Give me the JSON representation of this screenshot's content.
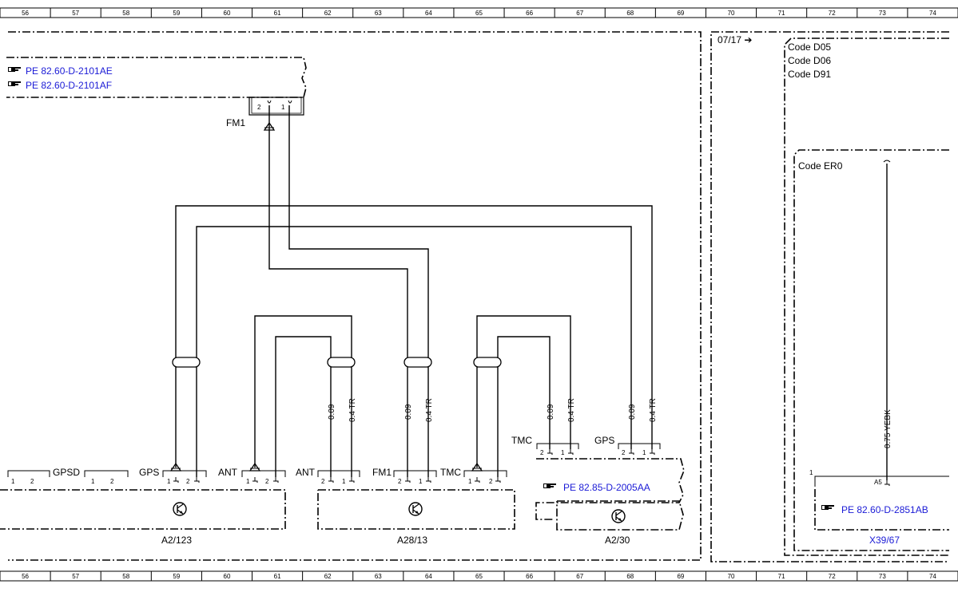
{
  "ruler": {
    "columns": [
      "56",
      "57",
      "58",
      "59",
      "60",
      "61",
      "62",
      "63",
      "64",
      "65",
      "66",
      "67",
      "68",
      "69",
      "70",
      "71",
      "72",
      "73",
      "74"
    ]
  },
  "page_ref": {
    "text": "07/17 ➔"
  },
  "codes": {
    "d05": "Code D05",
    "d06": "Code D06",
    "d91": "Code D91",
    "er0": "Code ER0"
  },
  "refs": {
    "ref1": "PE 82.60-D-2101AE",
    "ref2": "PE 82.60-D-2101AF",
    "ref3": "PE 82.85-D-2005AA",
    "ref4": "PE 82.60-D-2851AB"
  },
  "connectors": {
    "fm1_top": "FM1",
    "gpsd": "GPSD",
    "gps_a2_123": "GPS",
    "ant_a2_123": "ANT",
    "ant_a28": "ANT",
    "fm1_a28": "FM1",
    "tmc_a28": "TMC",
    "tmc_a2_30": "TMC",
    "gps_a2_30": "GPS"
  },
  "components": {
    "c1": "A2/123",
    "c2": "A28/13",
    "c3": "A2/30",
    "c4": "X39/67"
  },
  "wires": {
    "w1a": "0.09",
    "w1b": "0.4 TR",
    "w2a": "0.09",
    "w2b": "0.4 TR",
    "w3a": "0.09",
    "w3b": "0.4 TR",
    "w4a": "0.09",
    "w4b": "0.4 TR",
    "w5": "0.75 YEBK"
  },
  "pins": {
    "one": "1",
    "two": "2",
    "a5": "A5"
  },
  "icons": {
    "pointer": "pointing-hand-icon",
    "antenna": "antenna-icon",
    "amp": "transistor-icon"
  },
  "colors": {
    "line": "#000000",
    "link": "#1a1ad6",
    "background": "#ffffff"
  }
}
